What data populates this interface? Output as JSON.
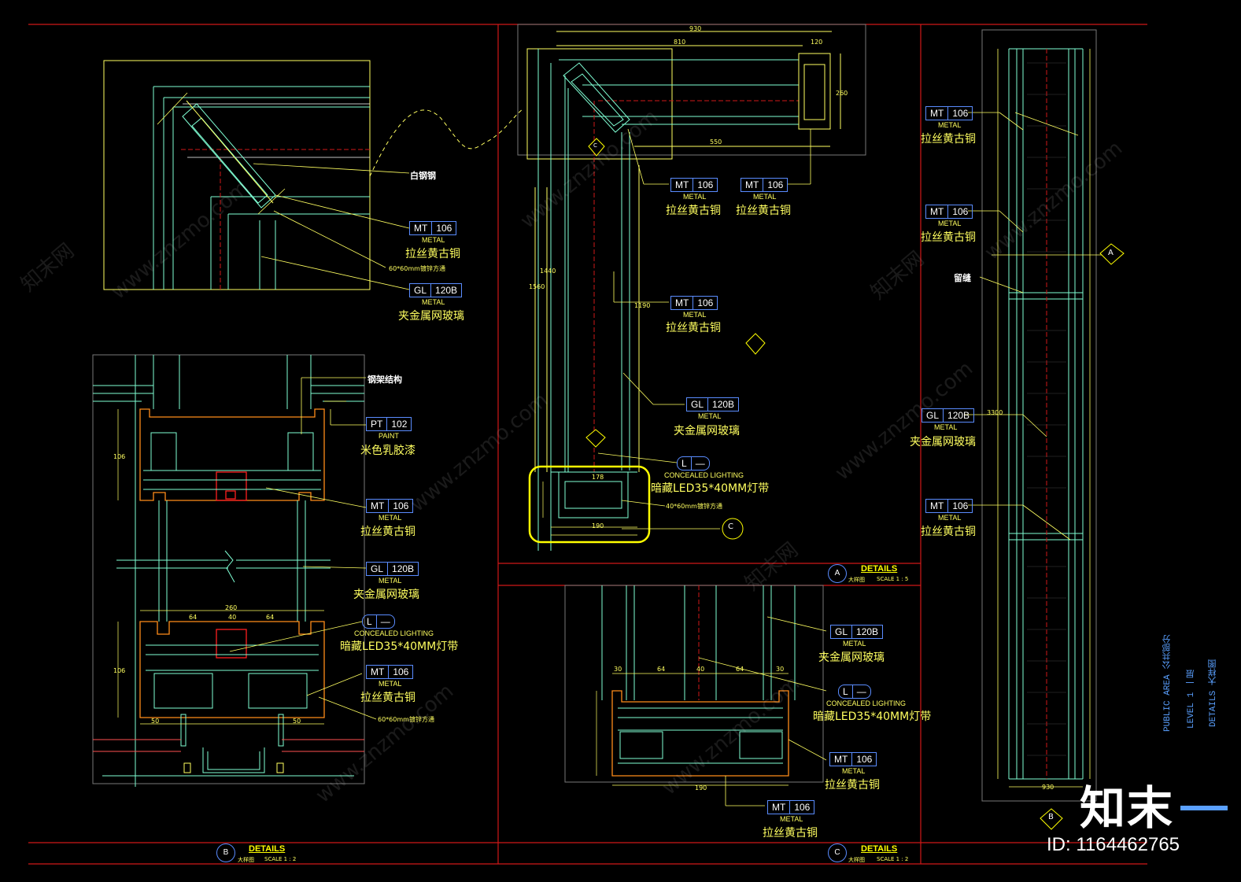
{
  "annotations": [
    {
      "code": "MT",
      "num": "106",
      "sub": "METAL",
      "cn": "拉丝黄古铜"
    },
    {
      "code": "GL",
      "num": "120B",
      "sub": "METAL",
      "cn": "夹金属网玻璃"
    },
    {
      "code": "PT",
      "num": "102",
      "sub": "PAINT",
      "cn": "米色乳胶漆"
    },
    {
      "code": "L",
      "num": "—",
      "sub": "CONCEALED LIGHTING",
      "cn": "暗藏LED35*40MM灯带"
    }
  ],
  "notes": {
    "white_steel": "白钢钢",
    "tube_60": "60*60mm镀锌方通",
    "tube_40": "40*60mm镀锌方通",
    "steel_frame": "钢架结构",
    "gap": "留缝"
  },
  "details": {
    "A": {
      "letter": "A",
      "title": "DETAILS",
      "cn": "大样图",
      "scale": "SCALE 1 : 5"
    },
    "B": {
      "letter": "B",
      "title": "DETAILS",
      "cn": "大样图",
      "scale": "SCALE 1 : 2"
    },
    "C": {
      "letter": "C",
      "title": "DETAILS",
      "cn": "大样图",
      "scale": "SCALE 1 : 2"
    }
  },
  "sidebar": {
    "line1": "PUBLIC AREA  公共部分",
    "line2": "LEVEL 1  一层",
    "line3": "DETAILS  大样图"
  },
  "watermark": {
    "site": "www.znzmo.com",
    "cn": "知末网",
    "brand": "知末",
    "id": "ID: 1164462765"
  },
  "dimensions": {
    "d930": "930",
    "d810": "810",
    "d120": "120",
    "d260": "260",
    "d550": "550",
    "d1440": "1440",
    "d1560": "1560",
    "d1190": "1190",
    "d3300": "3300",
    "d64": "64",
    "d40": "40",
    "d30": "30",
    "d50": "50",
    "d190": "190",
    "d106": "106",
    "d178": "178"
  }
}
